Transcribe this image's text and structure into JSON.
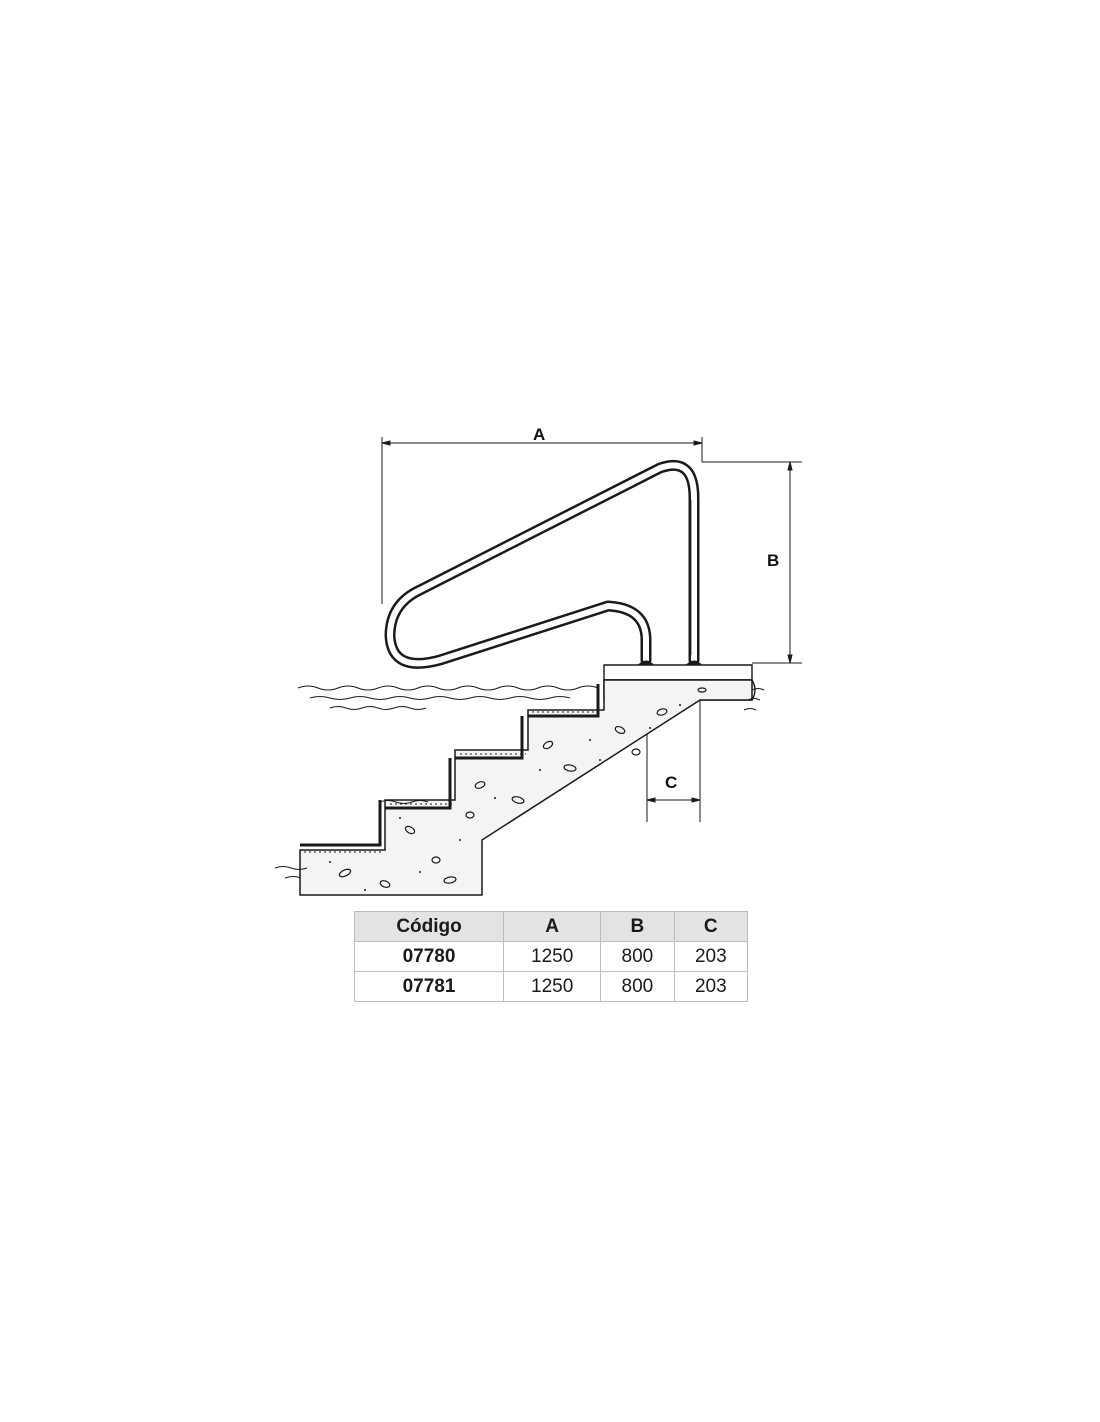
{
  "diagram": {
    "labels": {
      "a": "A",
      "b": "B",
      "c": "C"
    },
    "colors": {
      "line": "#1a1a1a",
      "table_header_bg": "#e3e3e3",
      "table_border": "#bdbdbd"
    }
  },
  "table": {
    "headers": [
      "Código",
      "A",
      "B",
      "C"
    ],
    "rows": [
      [
        "07780",
        "1250",
        "800",
        "203"
      ],
      [
        "07781",
        "1250",
        "800",
        "203"
      ]
    ]
  }
}
